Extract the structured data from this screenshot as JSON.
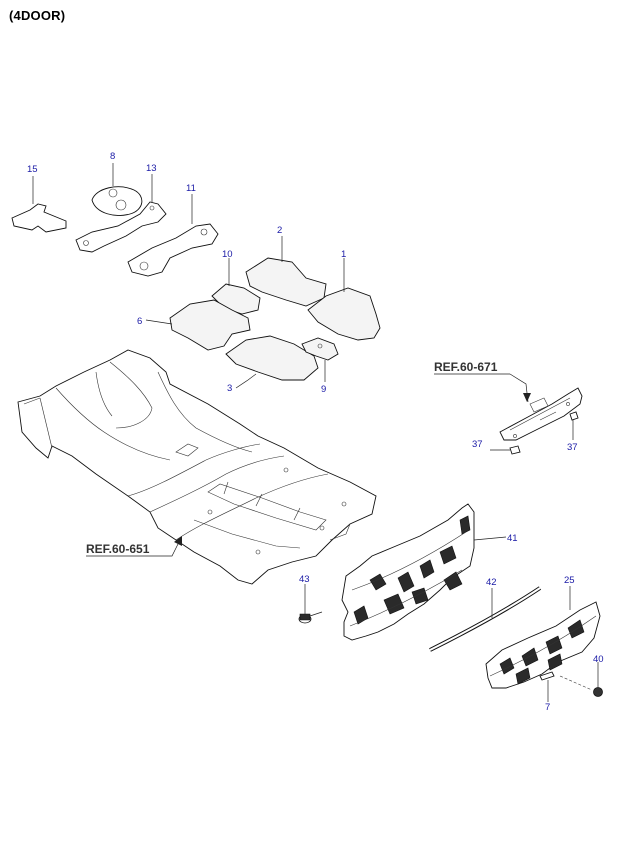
{
  "header": {
    "title": "(4DOOR)"
  },
  "references": [
    {
      "id": "ref-671",
      "text": "REF.60-671"
    },
    {
      "id": "ref-651",
      "text": "REF.60-651"
    }
  ],
  "callouts": [
    {
      "id": "p15",
      "label": "15"
    },
    {
      "id": "p8",
      "label": "8"
    },
    {
      "id": "p13",
      "label": "13"
    },
    {
      "id": "p11",
      "label": "11"
    },
    {
      "id": "p2",
      "label": "2"
    },
    {
      "id": "p10",
      "label": "10"
    },
    {
      "id": "p1",
      "label": "1"
    },
    {
      "id": "p6",
      "label": "6"
    },
    {
      "id": "p3",
      "label": "3"
    },
    {
      "id": "p9",
      "label": "9"
    },
    {
      "id": "p37a",
      "label": "37"
    },
    {
      "id": "p37b",
      "label": "37"
    },
    {
      "id": "p41",
      "label": "41"
    },
    {
      "id": "p43",
      "label": "43"
    },
    {
      "id": "p42",
      "label": "42"
    },
    {
      "id": "p25",
      "label": "25"
    },
    {
      "id": "p40",
      "label": "40"
    },
    {
      "id": "p7",
      "label": "7"
    }
  ],
  "colors": {
    "callout_text": "#1a1aa6",
    "ref_text": "#333333",
    "line": "#111111"
  }
}
